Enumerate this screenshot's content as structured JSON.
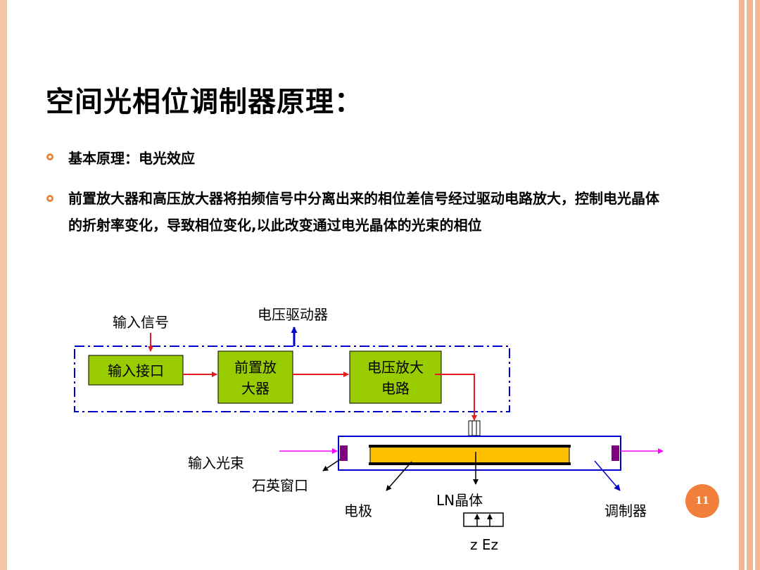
{
  "slide": {
    "title": "空间光相位调制器原理：",
    "bullets": [
      "基本原理：电光效应",
      "前置放大器和高压放大器将拍频信号中分离出来的相位差信号经过驱动电路放大，控制电光晶体的折射率变化，导致相位变化,以此改变通过电光晶体的光束的相位"
    ],
    "page_number": "11"
  },
  "diagram": {
    "input_signal": "输入信号",
    "voltage_driver": "电压驱动器",
    "box_input": "输入接口",
    "box_preamp_line1": "前置放",
    "box_preamp_line2": "大器",
    "box_amp_line1": "电压放大",
    "box_amp_line2": "电路",
    "input_beam": "输入光束",
    "quartz_window": "石英窗口",
    "electrode": "电极",
    "ln_crystal": "LN晶体",
    "modulator": "调制器",
    "axis_label": "z Ez"
  },
  "colors": {
    "accent": "#e8823e",
    "box_fill": "#99cc00",
    "crystal_fill": "#ffc000",
    "frame_blue": "#0000cc",
    "signal_red": "#e31b23",
    "beam_magenta": "#ff00ff",
    "window_purple": "#800080"
  }
}
